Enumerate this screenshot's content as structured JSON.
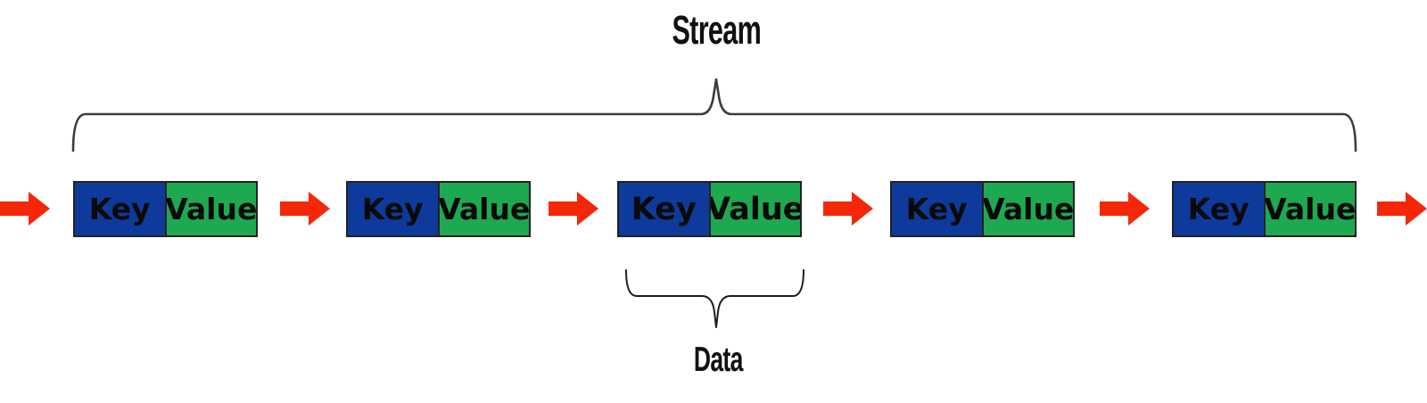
{
  "diagram": {
    "stream_label": "Stream",
    "data_label": "Data",
    "pairs": [
      {
        "key": "Key",
        "value": "Value"
      },
      {
        "key": "Key",
        "value": "Value"
      },
      {
        "key": "Key",
        "value": "Value"
      },
      {
        "key": "Key",
        "value": "Value"
      },
      {
        "key": "Key",
        "value": "Value"
      }
    ],
    "colors": {
      "key_bg": "#0e3a9c",
      "value_bg": "#1ea850",
      "arrow": "#f62708",
      "border": "#222222",
      "brace": "#3d3d3d"
    }
  }
}
